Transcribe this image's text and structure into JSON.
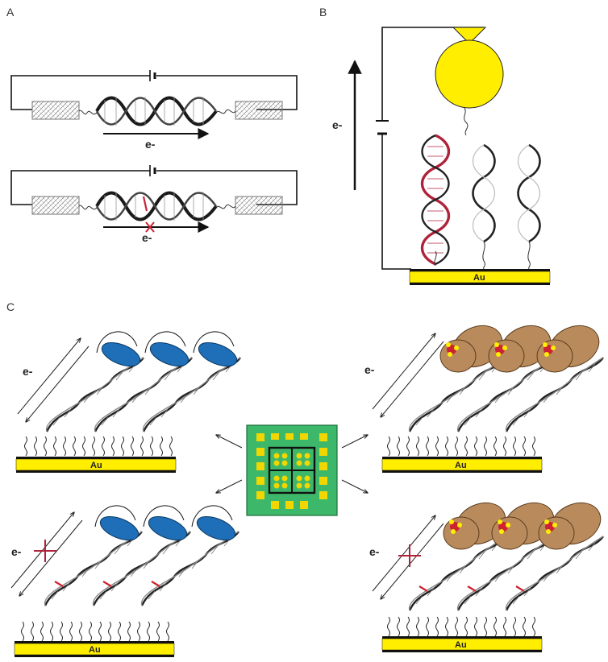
{
  "panels": {
    "a": "A",
    "b": "B",
    "c": "C"
  },
  "labels": {
    "electron": "e-",
    "gold": "Au"
  },
  "colors": {
    "gold": "#ffee00",
    "dna_dark": "#222222",
    "dna_red": "#b0223a",
    "blue_protein": "#1e6fb8",
    "tan_protein": "#b98b5c",
    "chip_green": "#3db86a",
    "mismatch_red": "#cc2233"
  }
}
